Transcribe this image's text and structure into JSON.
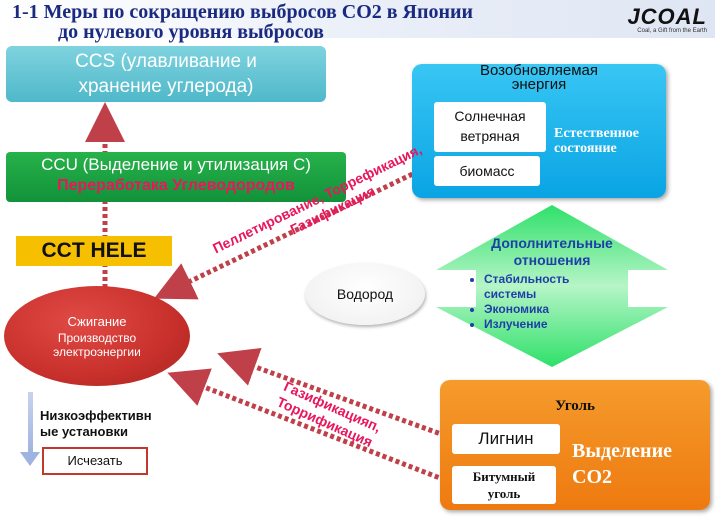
{
  "header": {
    "title_line1": "1-1 Меры по сокращению выбросов CO2 в Японии",
    "title_line2": "до  нулевого уровня выбросов",
    "logo": "JCOAL",
    "logo_tagline": "Coal, a Gift from the Earth"
  },
  "ccs": {
    "line1": "CCS (улавливание и",
    "line2": "хранение углерода)"
  },
  "ccu": {
    "title": "CCU (Выделение и утилизация C)",
    "subtitle": "Переработака Углеводородов"
  },
  "cct": {
    "label": "CCT HELE"
  },
  "combustion": {
    "title": "Сжигание",
    "line2": "Производство",
    "line3": "электроэнергии"
  },
  "low_efficiency": {
    "line1": "Низкоэффективн",
    "line2": "ые установки",
    "disappear": "Исчезать"
  },
  "hydrogen": {
    "label": "Водород"
  },
  "renewable": {
    "title_line1": "Возобновляемая",
    "title_line2": "энергия",
    "solar_line1": "Солнечная",
    "solar_line2": "ветряная",
    "biomass": "биомасс",
    "natural_line1": "Естественное",
    "natural_line2": "состояние"
  },
  "additional": {
    "title_line1": "Дополнительные",
    "title_line2": "отношения",
    "items": [
      "Стабильность",
      "системы",
      "Экономика",
      "Излучение"
    ]
  },
  "coal": {
    "title": "Уголь",
    "lignite": "Лигнин",
    "bitumen_line1": "Битумный",
    "bitumen_line2": "уголь",
    "co2_line1": "Выделение",
    "co2_line2": "CO2"
  },
  "flow_labels": {
    "upper_line1": "Пеллетирование,  Торрефикация,",
    "upper_line2": "Газификация",
    "lower_line1": "Газификацияп,",
    "lower_line2": "Торрификация"
  },
  "colors": {
    "title": "#1a2a80",
    "ccs": "#4fb8c9",
    "ccu": "#12923a",
    "hele": "#f6c000",
    "combustion": "#c8302c",
    "renewable": "#0aa4e4",
    "coal": "#ee7a10",
    "flow_arrow": "#c0404a",
    "flow_text": "#e8175d",
    "additional_arrow": "#2ee06a"
  }
}
